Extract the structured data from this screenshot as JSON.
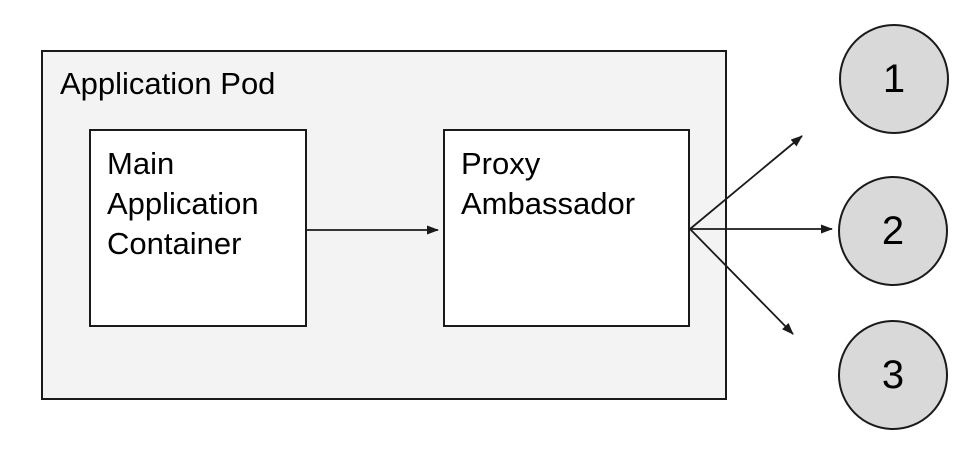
{
  "diagram": {
    "pod": {
      "id": "application-pod",
      "label": "Application Pod"
    },
    "nodes": [
      {
        "id": "main-application-container",
        "label": "Main Application Container"
      },
      {
        "id": "proxy-ambassador",
        "label": "Proxy Ambassador"
      }
    ],
    "endpoints": [
      {
        "id": "endpoint-1",
        "label": "1"
      },
      {
        "id": "endpoint-2",
        "label": "2"
      },
      {
        "id": "endpoint-3",
        "label": "3"
      }
    ],
    "edges": [
      {
        "from": "main-application-container",
        "to": "proxy-ambassador"
      },
      {
        "from": "proxy-ambassador",
        "to": "endpoint-1"
      },
      {
        "from": "proxy-ambassador",
        "to": "endpoint-2"
      },
      {
        "from": "proxy-ambassador",
        "to": "endpoint-3"
      }
    ],
    "colors": {
      "pod_fill": "#f3f3f3",
      "node_fill": "#ffffff",
      "endpoint_fill": "#d9d9d9",
      "stroke": "#1a1a1a",
      "text": "#000000",
      "background": "#ffffff"
    }
  }
}
